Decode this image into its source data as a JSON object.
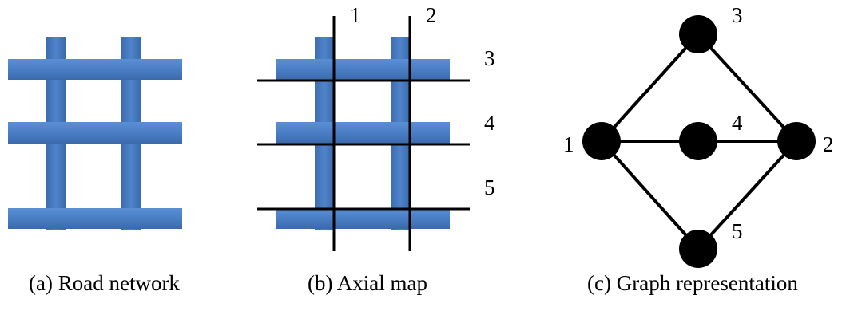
{
  "panels": {
    "a": {
      "caption": "(a) Road network"
    },
    "b": {
      "caption": "(b) Axial map",
      "axial_labels": [
        "1",
        "2",
        "3",
        "4",
        "5"
      ]
    },
    "c": {
      "caption": "(c) Graph representation",
      "nodes": [
        "1",
        "2",
        "3",
        "4",
        "5"
      ],
      "edges": [
        [
          "1",
          "3"
        ],
        [
          "3",
          "2"
        ],
        [
          "1",
          "4"
        ],
        [
          "4",
          "2"
        ],
        [
          "1",
          "5"
        ],
        [
          "5",
          "2"
        ]
      ]
    }
  },
  "colors": {
    "road": "#4a7ec4",
    "road_dark": "#2f5f9c",
    "line": "#000000",
    "node": "#000000"
  }
}
